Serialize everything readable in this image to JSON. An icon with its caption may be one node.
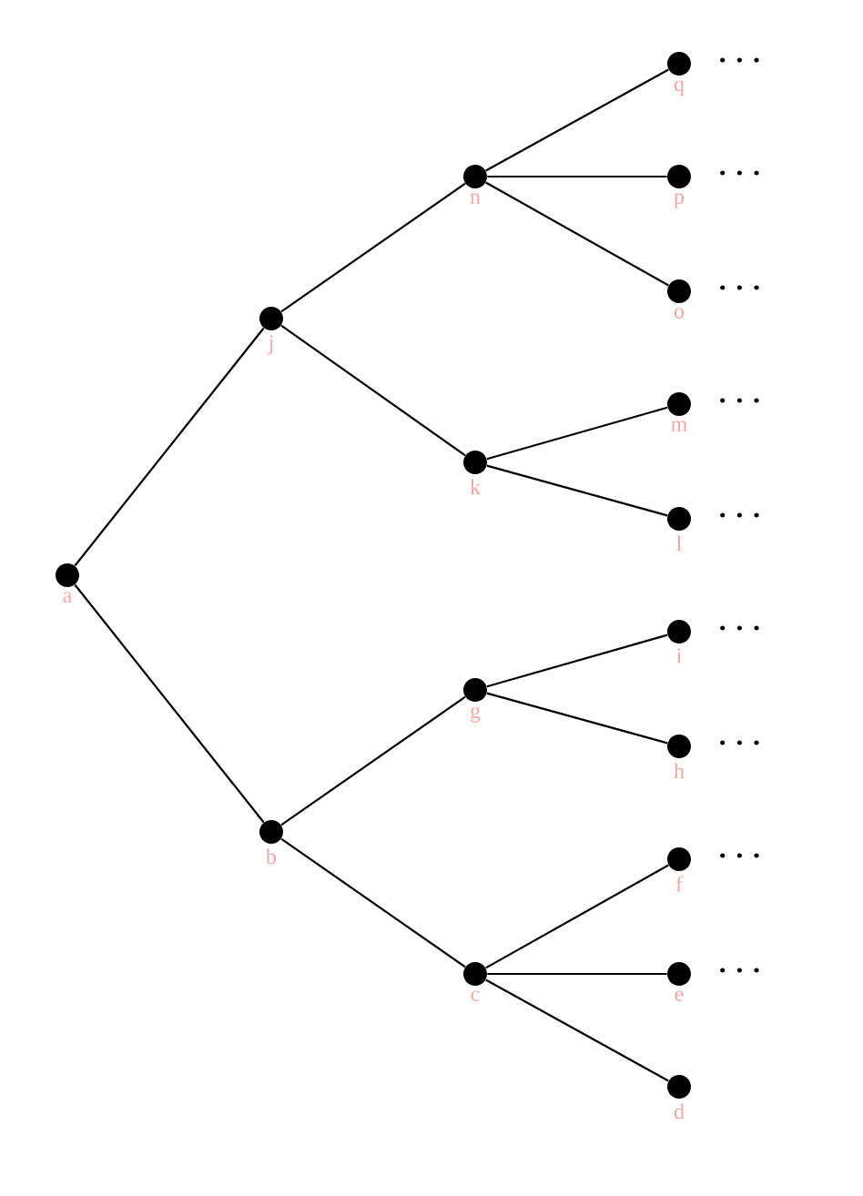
{
  "diagram": {
    "nodes": [
      {
        "text": [],
        "shape": "circle",
        "beside": [
          "a"
        ]
      },
      {
        "text": [],
        "shape": "circle",
        "beside": [
          "j"
        ]
      },
      {
        "text": [],
        "shape": "circle",
        "beside": [
          "b"
        ]
      },
      {
        "text": [],
        "shape": "circle",
        "beside": [
          "n"
        ]
      },
      {
        "text": [],
        "shape": "circle",
        "beside": [
          "k"
        ]
      },
      {
        "text": [],
        "shape": "circle",
        "beside": [
          "g"
        ]
      },
      {
        "text": [],
        "shape": "circle",
        "beside": [
          "c"
        ]
      },
      {
        "text": [],
        "shape": "circle",
        "beside": [
          "q"
        ]
      },
      {
        "text": [],
        "shape": "circle",
        "beside": [
          "p"
        ]
      },
      {
        "text": [],
        "shape": "circle",
        "beside": [
          "o"
        ]
      },
      {
        "text": [],
        "shape": "circle",
        "beside": [
          "m"
        ]
      },
      {
        "text": [],
        "shape": "circle",
        "beside": [
          "l"
        ]
      },
      {
        "text": [],
        "shape": "circle",
        "beside": [
          "i"
        ]
      },
      {
        "text": [],
        "shape": "circle",
        "beside": [
          "h"
        ]
      },
      {
        "text": [],
        "shape": "circle",
        "beside": [
          "f"
        ]
      },
      {
        "text": [],
        "shape": "circle",
        "beside": [
          "e"
        ]
      },
      {
        "text": [],
        "shape": "circle",
        "beside": [
          "d"
        ]
      }
    ],
    "edges": [
      {
        "from": 0,
        "to": 1,
        "arrow": "none"
      },
      {
        "from": 0,
        "to": 2,
        "arrow": "none"
      },
      {
        "from": 1,
        "to": 3,
        "arrow": "none"
      },
      {
        "from": 1,
        "to": 4,
        "arrow": "none"
      },
      {
        "from": 3,
        "to": 7,
        "arrow": "none"
      },
      {
        "from": 3,
        "to": 8,
        "arrow": "none"
      },
      {
        "from": 3,
        "to": 9,
        "arrow": "none"
      },
      {
        "from": 4,
        "to": 10,
        "arrow": "none"
      },
      {
        "from": 4,
        "to": 11,
        "arrow": "none"
      },
      {
        "from": 2,
        "to": 5,
        "arrow": "none"
      },
      {
        "from": 2,
        "to": 6,
        "arrow": "none"
      },
      {
        "from": 5,
        "to": 12,
        "arrow": "none"
      },
      {
        "from": 5,
        "to": 13,
        "arrow": "none"
      },
      {
        "from": 6,
        "to": 14,
        "arrow": "none"
      },
      {
        "from": 6,
        "to": 15,
        "arrow": "none"
      },
      {
        "from": 6,
        "to": 16,
        "arrow": "none"
      }
    ],
    "labels": [
      "· · ·",
      "· · ·",
      "· · ·",
      "· · ·",
      "· · ·",
      "· · ·",
      "· · ·",
      "· · ·",
      "· · ·"
    ]
  }
}
